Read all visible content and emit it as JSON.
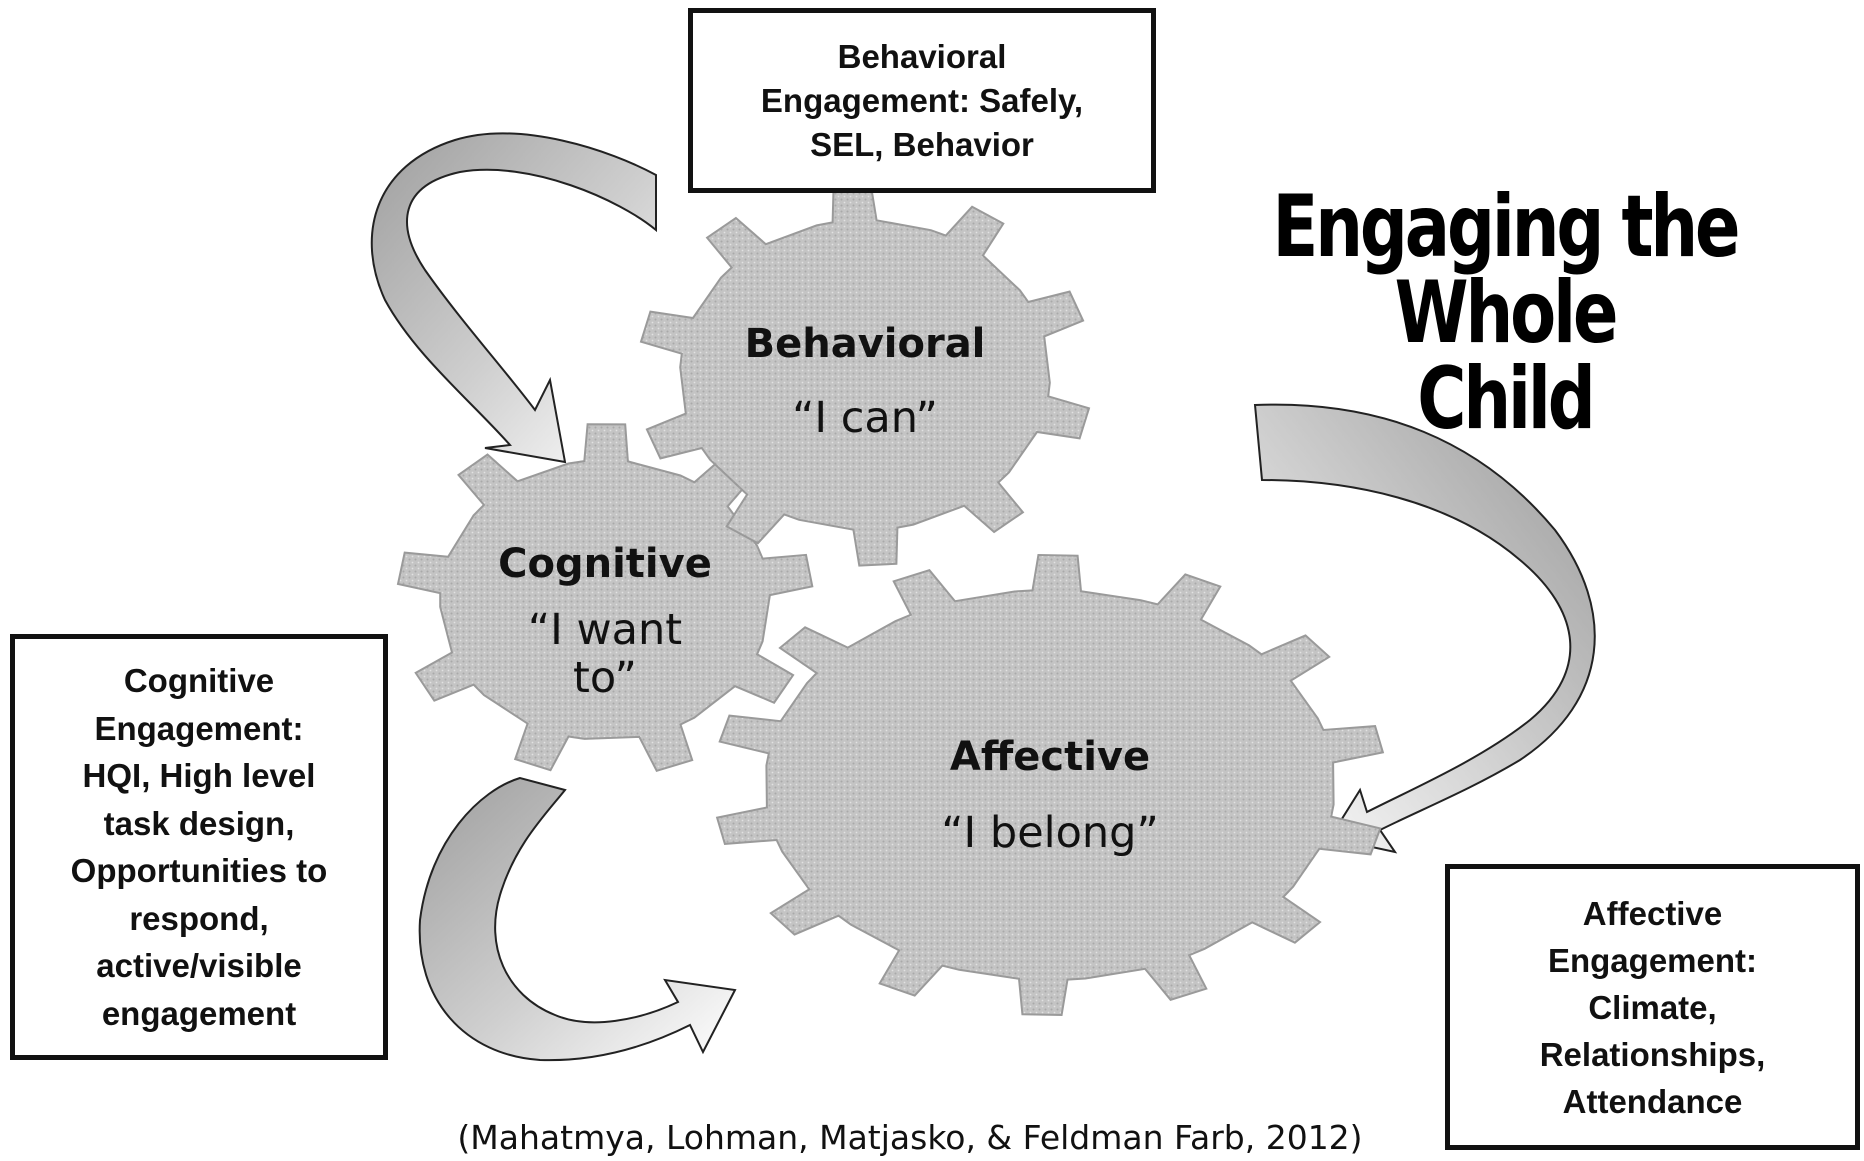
{
  "headline": {
    "line1": "Engaging the Whole",
    "line2": "Child"
  },
  "boxes": {
    "behavioral": [
      "Behavioral",
      "Engagement: Safely,",
      "SEL, Behavior"
    ],
    "cognitive": [
      "Cognitive",
      "Engagement:",
      "HQI, High level",
      "task design,",
      "Opportunities to",
      "respond,",
      "active/visible",
      "engagement"
    ],
    "affective": [
      "Affective",
      "Engagement:",
      "Climate,",
      "Relationships,",
      "Attendance"
    ]
  },
  "gears": {
    "behavioral": {
      "title": "Behavioral",
      "quote": "“I can”"
    },
    "cognitive": {
      "title": "Cognitive",
      "quote_line1": "“I want",
      "quote_line2": "to”"
    },
    "affective": {
      "title": "Affective",
      "quote": "“I belong”"
    }
  },
  "citation": "(Mahatmya, Lohman, Matjasko, & Feldman Farb, 2012)",
  "colors": {
    "gear_fill": "#c2c2c2",
    "arrow_fill": "#c6c6c6",
    "outline": "#111111"
  }
}
